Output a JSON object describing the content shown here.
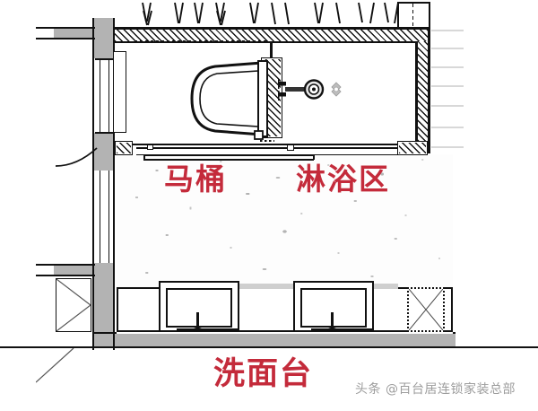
{
  "document": {
    "type": "architectural-floor-plan",
    "subject": "bathroom layout plan view",
    "background_color": "#ffffff",
    "accent_color": "#c42b3b",
    "line_color": "#111111",
    "wall_fill_color": "#b3b3b3",
    "floor_fill_color": "#fdfdfd"
  },
  "labels": {
    "toilet": "马桶",
    "shower": "淋浴区",
    "vanity": "洗面台"
  },
  "watermark": {
    "text": "头条 @百台居连锁家装总部"
  },
  "plan": {
    "zones": [
      {
        "name": "shower-enclosure",
        "label": "淋浴区"
      },
      {
        "name": "toilet-zone",
        "label": "马桶"
      },
      {
        "name": "vanity-zone",
        "label": "洗面台"
      }
    ],
    "fixtures": [
      {
        "name": "wall-hung-toilet",
        "zone": "toilet-zone"
      },
      {
        "name": "shower-mixer-valve",
        "zone": "shower-enclosure"
      },
      {
        "name": "handheld-shower-head",
        "zone": "shower-enclosure"
      },
      {
        "name": "floor-drain",
        "zone": "shower-enclosure"
      },
      {
        "name": "vanity-basin-left",
        "zone": "vanity-zone"
      },
      {
        "name": "vanity-basin-right",
        "zone": "vanity-zone"
      },
      {
        "name": "vanity-counter",
        "zone": "vanity-zone"
      },
      {
        "name": "tall-storage-cabinet",
        "zone": "vanity-zone"
      }
    ],
    "openings": [
      {
        "name": "entry-door",
        "swing": "inward-left"
      },
      {
        "name": "shower-glass-partition",
        "type": "sliding-glass"
      },
      {
        "name": "toilet-partition-wall",
        "type": "half-wall"
      }
    ]
  }
}
